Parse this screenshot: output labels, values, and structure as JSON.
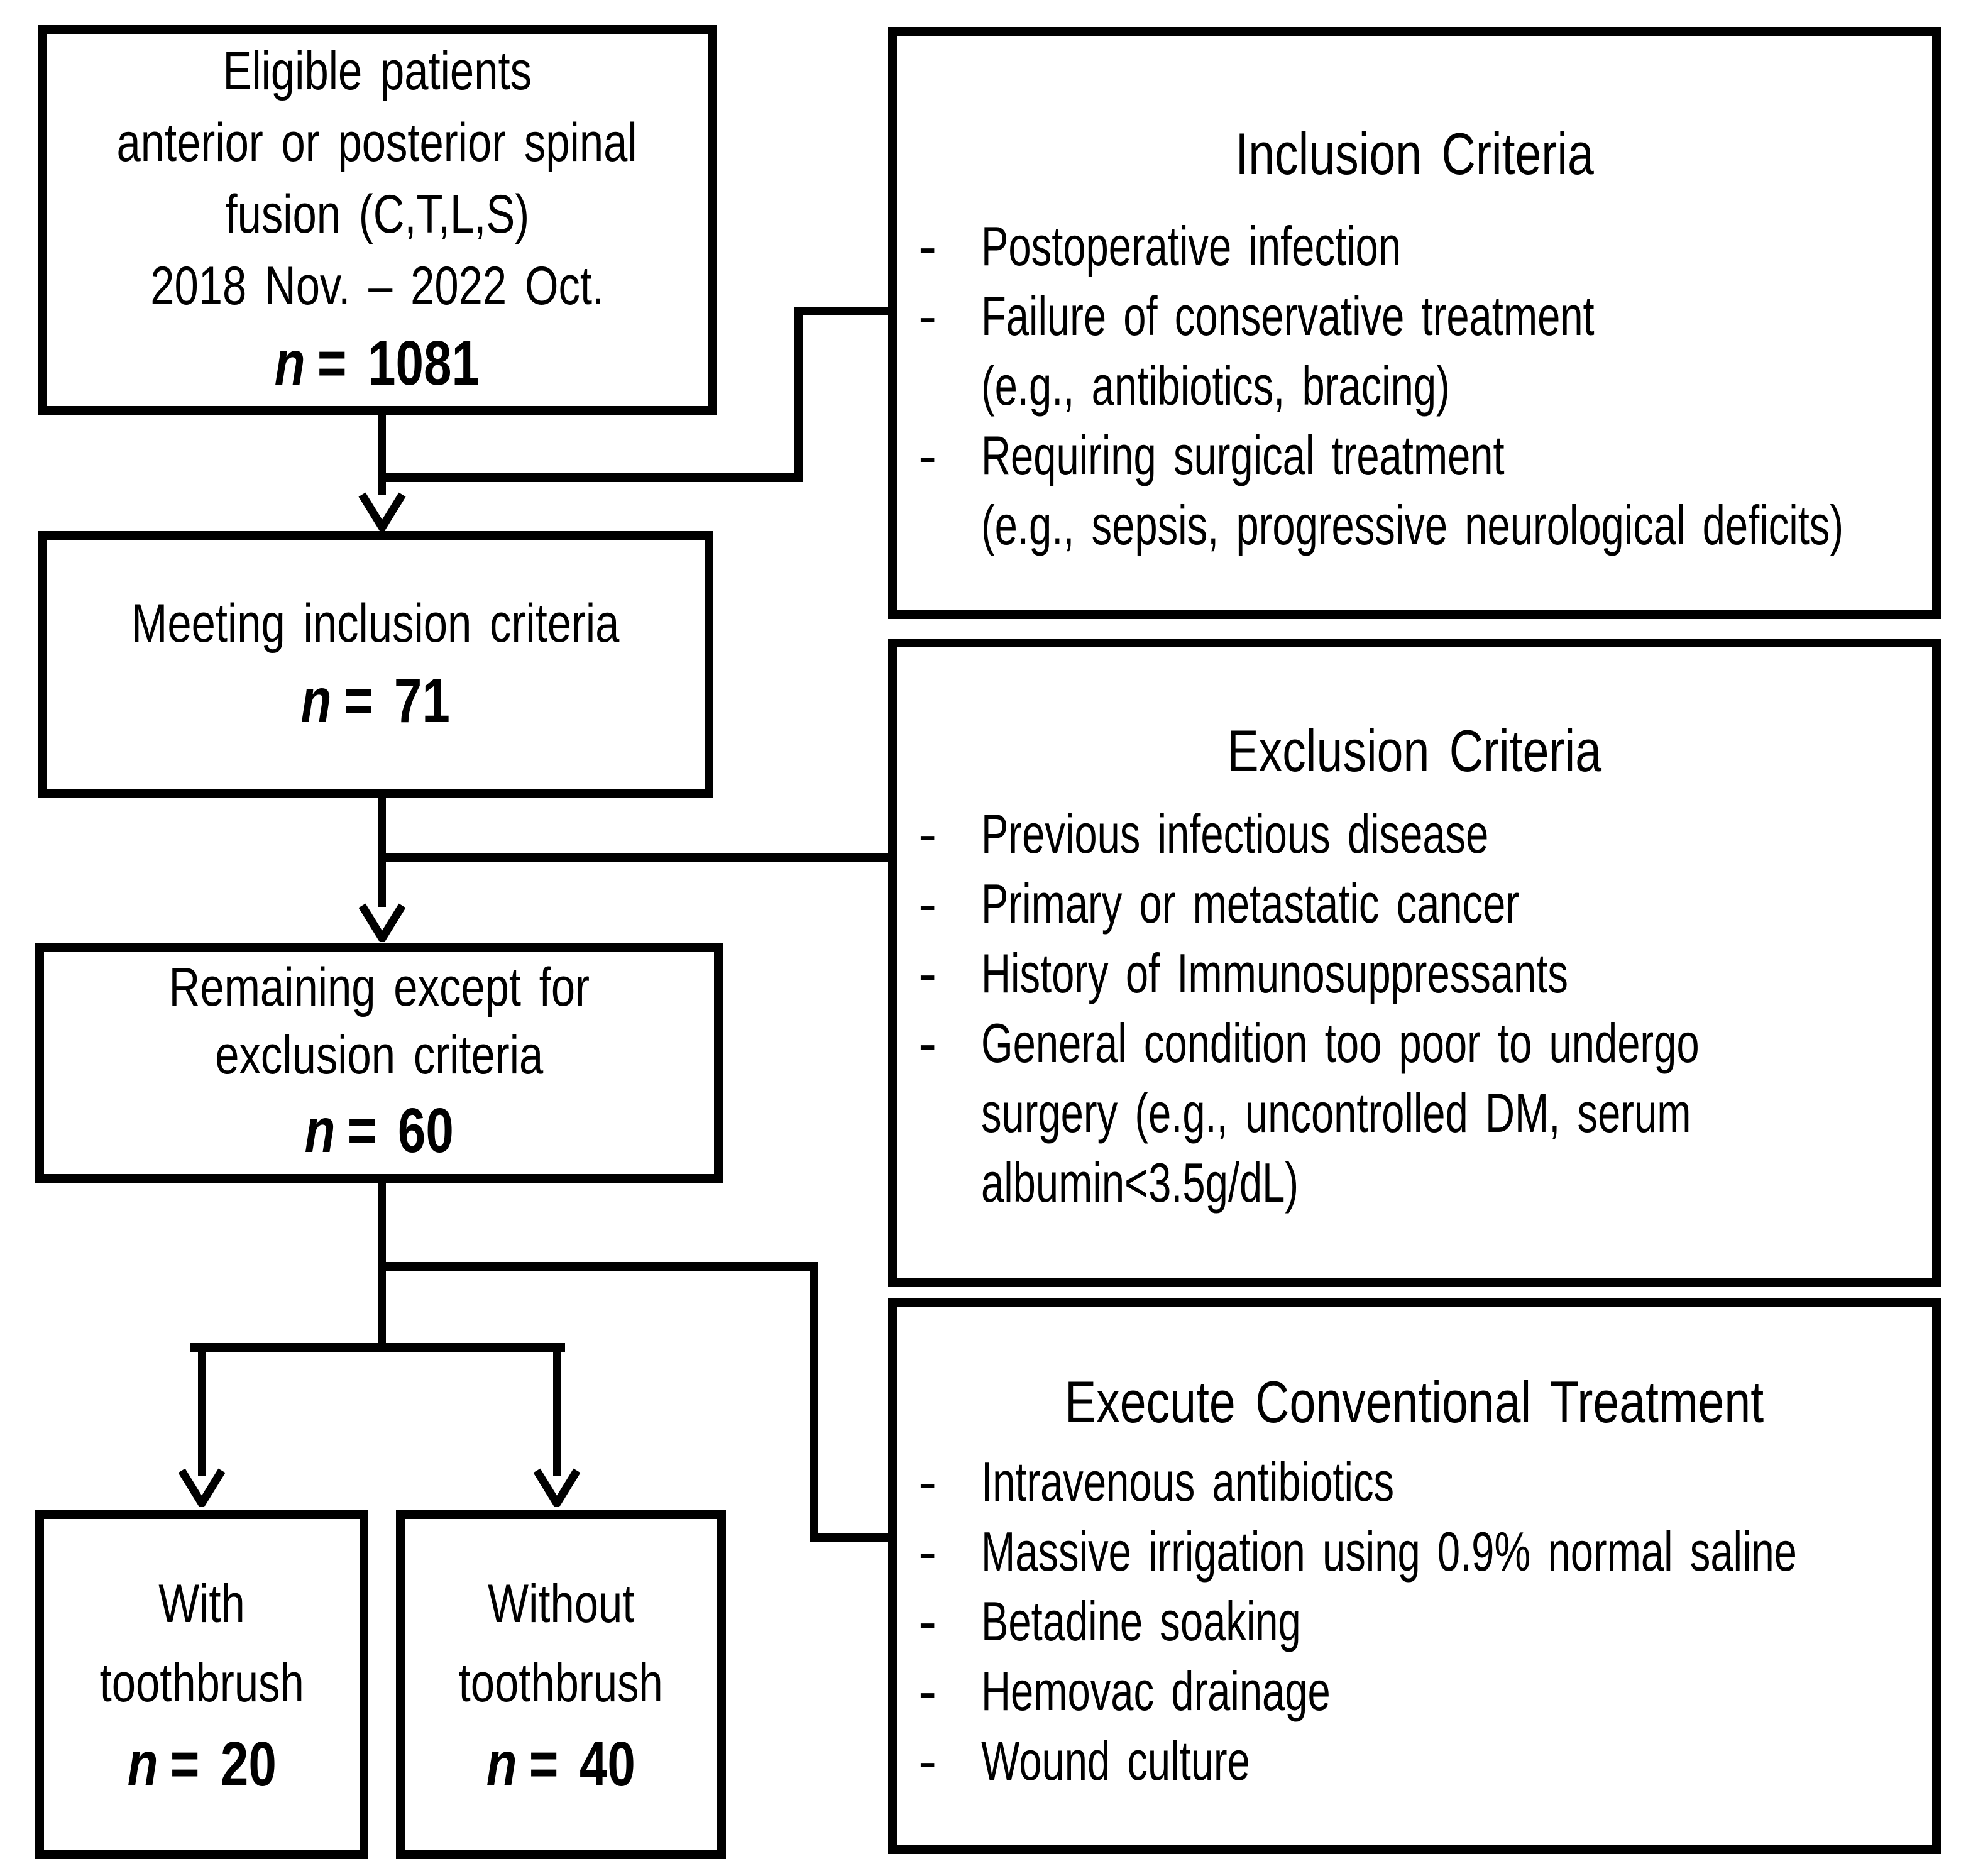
{
  "colors": {
    "ink": "#000000",
    "bg": "#ffffff"
  },
  "flow": {
    "eligible": {
      "lines": [
        "Eligible patients",
        "anterior or posterior spinal",
        "fusion (C,T,L,S)",
        "2018 Nov. – 2022 Oct."
      ],
      "n_var": "n",
      "n_eq": "= 1081"
    },
    "meeting": {
      "lines": [
        "Meeting inclusion criteria"
      ],
      "n_var": "n",
      "n_eq": "= 71"
    },
    "remaining": {
      "lines": [
        "Remaining except for",
        "exclusion criteria"
      ],
      "n_var": "n",
      "n_eq": "= 60"
    },
    "with_toothbrush": {
      "lines": [
        "With",
        "toothbrush"
      ],
      "n_var": "n",
      "n_eq": "= 20"
    },
    "without_toothbrush": {
      "lines": [
        "Without",
        "toothbrush"
      ],
      "n_var": "n",
      "n_eq": "= 40"
    }
  },
  "criteria": {
    "inclusion": {
      "title": "Inclusion Criteria",
      "rows": [
        {
          "d": "-",
          "t": "Postoperative infection"
        },
        {
          "d": "-",
          "t": "Failure of conservative treatment"
        },
        {
          "d": "",
          "t": "(e.g., antibiotics, bracing)"
        },
        {
          "d": "-",
          "t": "Requiring surgical treatment"
        },
        {
          "d": "",
          "t": "(e.g., sepsis, progressive neurological deficits)"
        }
      ]
    },
    "exclusion": {
      "title": "Exclusion Criteria",
      "rows": [
        {
          "d": "-",
          "t": "Previous infectious disease"
        },
        {
          "d": "-",
          "t": "Primary or metastatic cancer"
        },
        {
          "d": "-",
          "t": "History of Immunosuppressants"
        },
        {
          "d": "-",
          "t": "General condition too poor to undergo"
        },
        {
          "d": "",
          "t": "surgery (e.g., uncontrolled DM, serum"
        },
        {
          "d": "",
          "t": "albumin<3.5g/dL)"
        }
      ]
    },
    "treatment": {
      "title": "Execute Conventional Treatment",
      "rows": [
        {
          "d": "-",
          "t": "Intravenous antibiotics"
        },
        {
          "d": "-",
          "t": "Massive irrigation using 0.9% normal saline"
        },
        {
          "d": "-",
          "t": "Betadine soaking"
        },
        {
          "d": "-",
          "t": "Hemovac drainage"
        },
        {
          "d": "-",
          "t": "Wound culture"
        }
      ]
    }
  }
}
